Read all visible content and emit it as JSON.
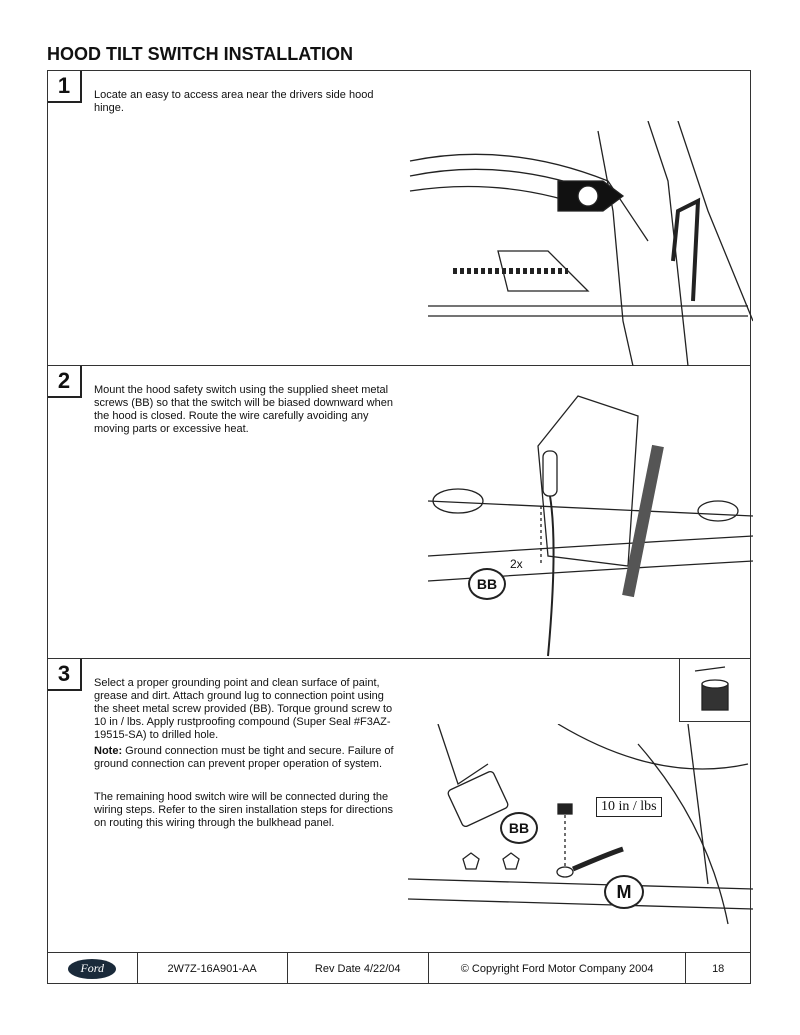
{
  "title": "HOOD TILT SWITCH INSTALLATION",
  "steps": [
    {
      "number": "1",
      "text": "Locate an easy to access area near the drivers side hood hinge."
    },
    {
      "number": "2",
      "text": "Mount the hood safety switch using the supplied sheet metal screws (BB) so that the switch will be biased downward when the hood is closed. Route the wire carefully avoiding any moving parts or excessive heat.",
      "callouts": {
        "qty": "2x",
        "part": "BB"
      }
    },
    {
      "number": "3",
      "text": "Select a proper grounding point and clean surface of paint, grease and dirt. Attach ground lug to connection point using the sheet metal screw provided (BB). Torque ground screw to 10 in / lbs. Apply rustproofing compound (Super Seal #F3AZ-19515-SA) to drilled hole.",
      "note_label": "Note:",
      "note": " Ground connection must be tight and secure. Failure of ground connection can prevent proper operation of system.",
      "text2": "The remaining hood switch wire will be connected during the wiring steps. Refer to the siren installation steps for directions on routing this wiring through the bulkhead panel.",
      "callouts": {
        "part": "BB",
        "torque": "10 in / lbs",
        "ground": "M"
      }
    }
  ],
  "footer": {
    "logo": "Ford",
    "part_number": "2W7Z-16A901-AA",
    "rev_date": "Rev Date 4/22/04",
    "copyright": "© Copyright Ford Motor Company 2004",
    "page": "18"
  }
}
